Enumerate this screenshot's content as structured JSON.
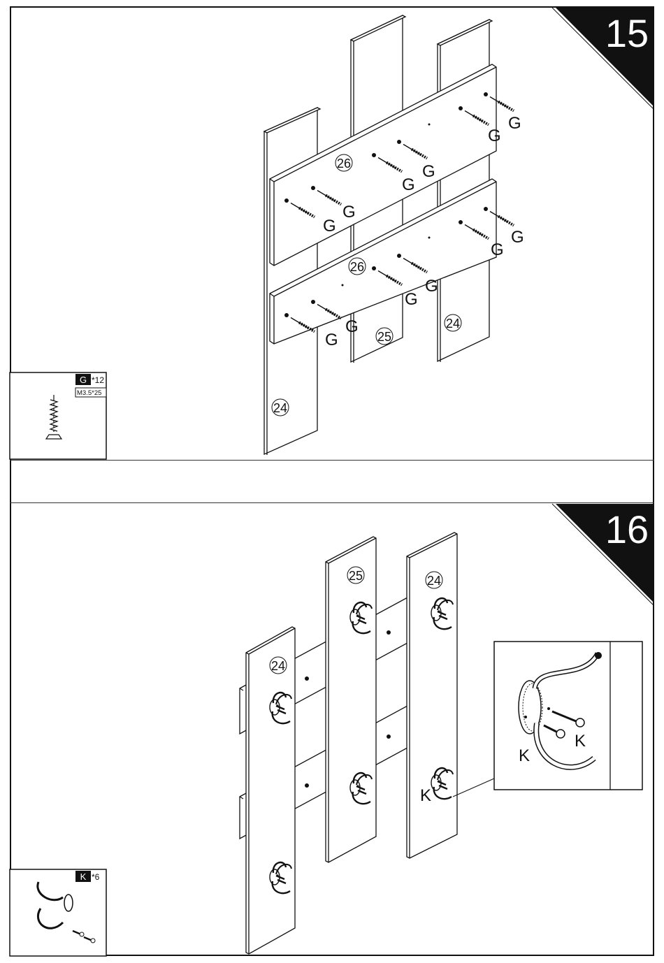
{
  "step15": {
    "number": "15",
    "parts": {
      "top_rail": "26",
      "bottom_rail": "26",
      "left_board": "24",
      "middle_board": "25",
      "right_board": "24"
    },
    "fastener_label": "G",
    "legend": {
      "code": "G",
      "qty": "*12",
      "spec": "M3.5*25",
      "icon": "wood-screw-icon"
    }
  },
  "step16": {
    "number": "16",
    "parts": {
      "left_board": "24",
      "middle_board": "25",
      "right_board": "24"
    },
    "callout_label": "K",
    "detail_labels": {
      "left": "K",
      "right": "K"
    },
    "legend": {
      "code": "K",
      "qty": "*6",
      "icon": "double-coat-hook-icon"
    }
  }
}
